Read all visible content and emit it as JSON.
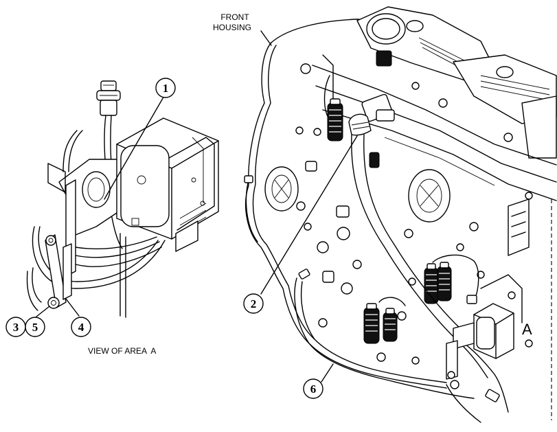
{
  "labels": {
    "front_housing_line1": "FRONT",
    "front_housing_line2": "HOUSING",
    "view_caption": "VIEW OF AREA  A",
    "area_letter": "A"
  },
  "callouts": {
    "c1": "1",
    "c2": "2",
    "c3": "3",
    "c4": "4",
    "c5": "5",
    "c6": "6"
  },
  "colors": {
    "line": "#000000",
    "background": "#ffffff"
  }
}
